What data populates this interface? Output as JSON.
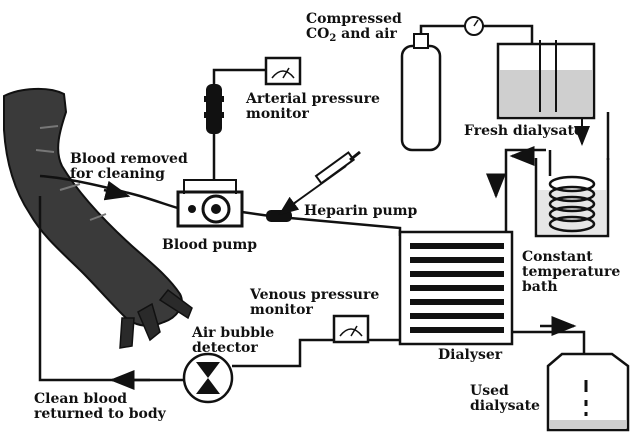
{
  "labels": {
    "gas_line1": "Compressed",
    "gas_co": "CO",
    "gas_sub": "2",
    "gas_rest": " and air",
    "arterial_line1": "Arterial pressure",
    "arterial_line2": "monitor",
    "fresh_dialysate": "Fresh dialysate",
    "blood_removed_line1": "Blood removed",
    "blood_removed_line2": "for cleaning",
    "heparin_pump": "Heparin pump",
    "blood_pump": "Blood pump",
    "constant_line1": "Constant",
    "constant_line2": "temperature",
    "constant_line3": "bath",
    "venous_line1": "Venous pressure",
    "venous_line2": "monitor",
    "air_bubble_line1": "Air bubble",
    "air_bubble_line2": "detector",
    "dialyser": "Dialyser",
    "clean_blood_line1": "Clean blood",
    "clean_blood_line2": "returned to body",
    "used_line1": "Used",
    "used_line2": "dialysate"
  },
  "colors": {
    "ink": "#111111",
    "paper": "#ffffff",
    "dialysate": "#cfcfcf"
  }
}
